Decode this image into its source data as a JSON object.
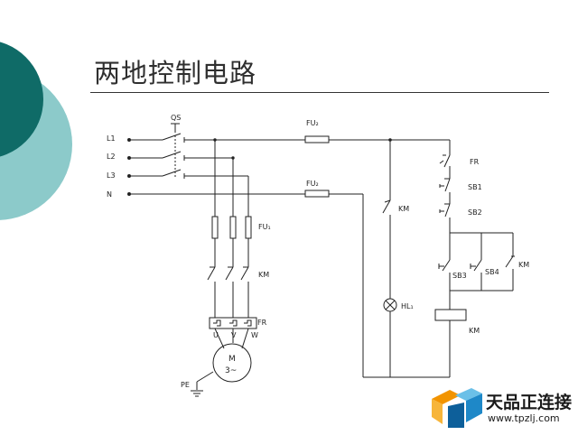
{
  "title": "两地控制电路",
  "colors": {
    "teal_dark": "#0f6b67",
    "teal_light": "#8ccaca",
    "line": "#222222",
    "logo_orange": "#f29400",
    "logo_blue": "#1e88c8"
  },
  "labels": {
    "qs": "QS",
    "l1": "L1",
    "l2": "L2",
    "l3": "L3",
    "n": "N",
    "fu_top": "FU₂",
    "fu_mid": "FU₂",
    "fu1": "FU₁",
    "km_main": "KM",
    "fr_relay": "FR",
    "motor_m": "M",
    "motor_3": "3~",
    "u": "U",
    "v": "V",
    "w": "W",
    "pe": "PE",
    "km_lamp": "KM",
    "hl": "HL₁",
    "fr_contact": "FR",
    "sb1": "SB1",
    "sb2": "SB2",
    "sb3": "SB3",
    "sb4": "SB4",
    "km_hold": "KM",
    "km_coil": "KM"
  },
  "logo": {
    "brand": "天品正连接",
    "url": "www.tpzlj.com"
  }
}
